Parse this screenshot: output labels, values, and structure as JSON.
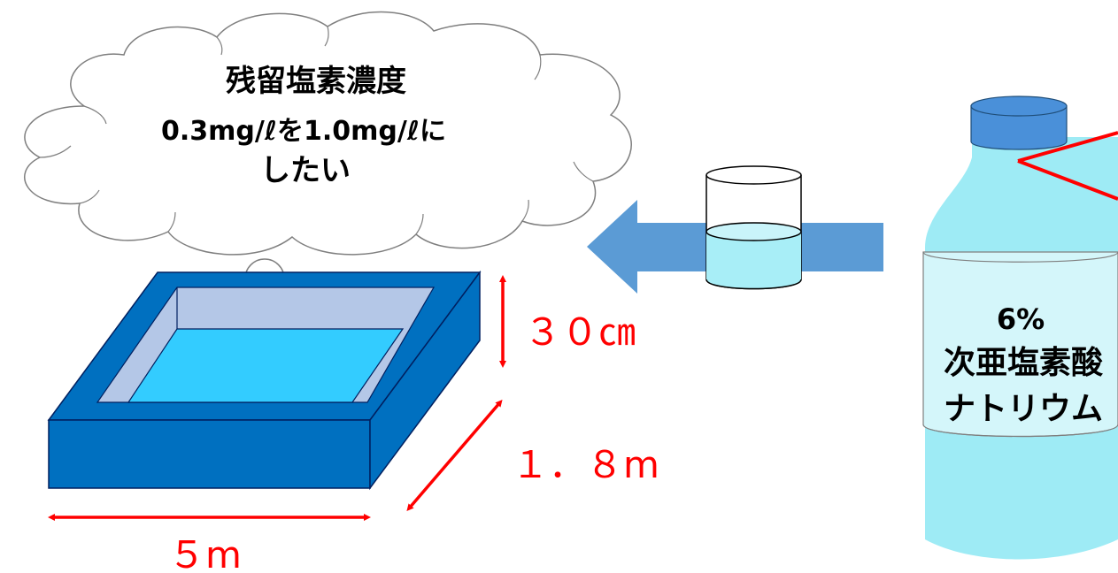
{
  "thought": {
    "line1": "残留塩素濃度",
    "line2": "0.3mg/ℓを1.0mg/ℓに",
    "line3": "したい"
  },
  "dimensions": {
    "depth": "３０㎝",
    "width": "１．８m",
    "length": "５m"
  },
  "bottle_label": {
    "percent": "6%",
    "name_line1": "次亜塩素酸",
    "name_line2": "ナトリウム"
  },
  "colors": {
    "pool_blue": "#0070C0",
    "water": "#33CCFF",
    "pool_inner": "#B4C7E7",
    "arrow_blue": "#5B9BD5",
    "dimension_red": "#FF0000",
    "bottle_light": "#9EEBF5",
    "bottle_cap": "#4A90D9"
  }
}
